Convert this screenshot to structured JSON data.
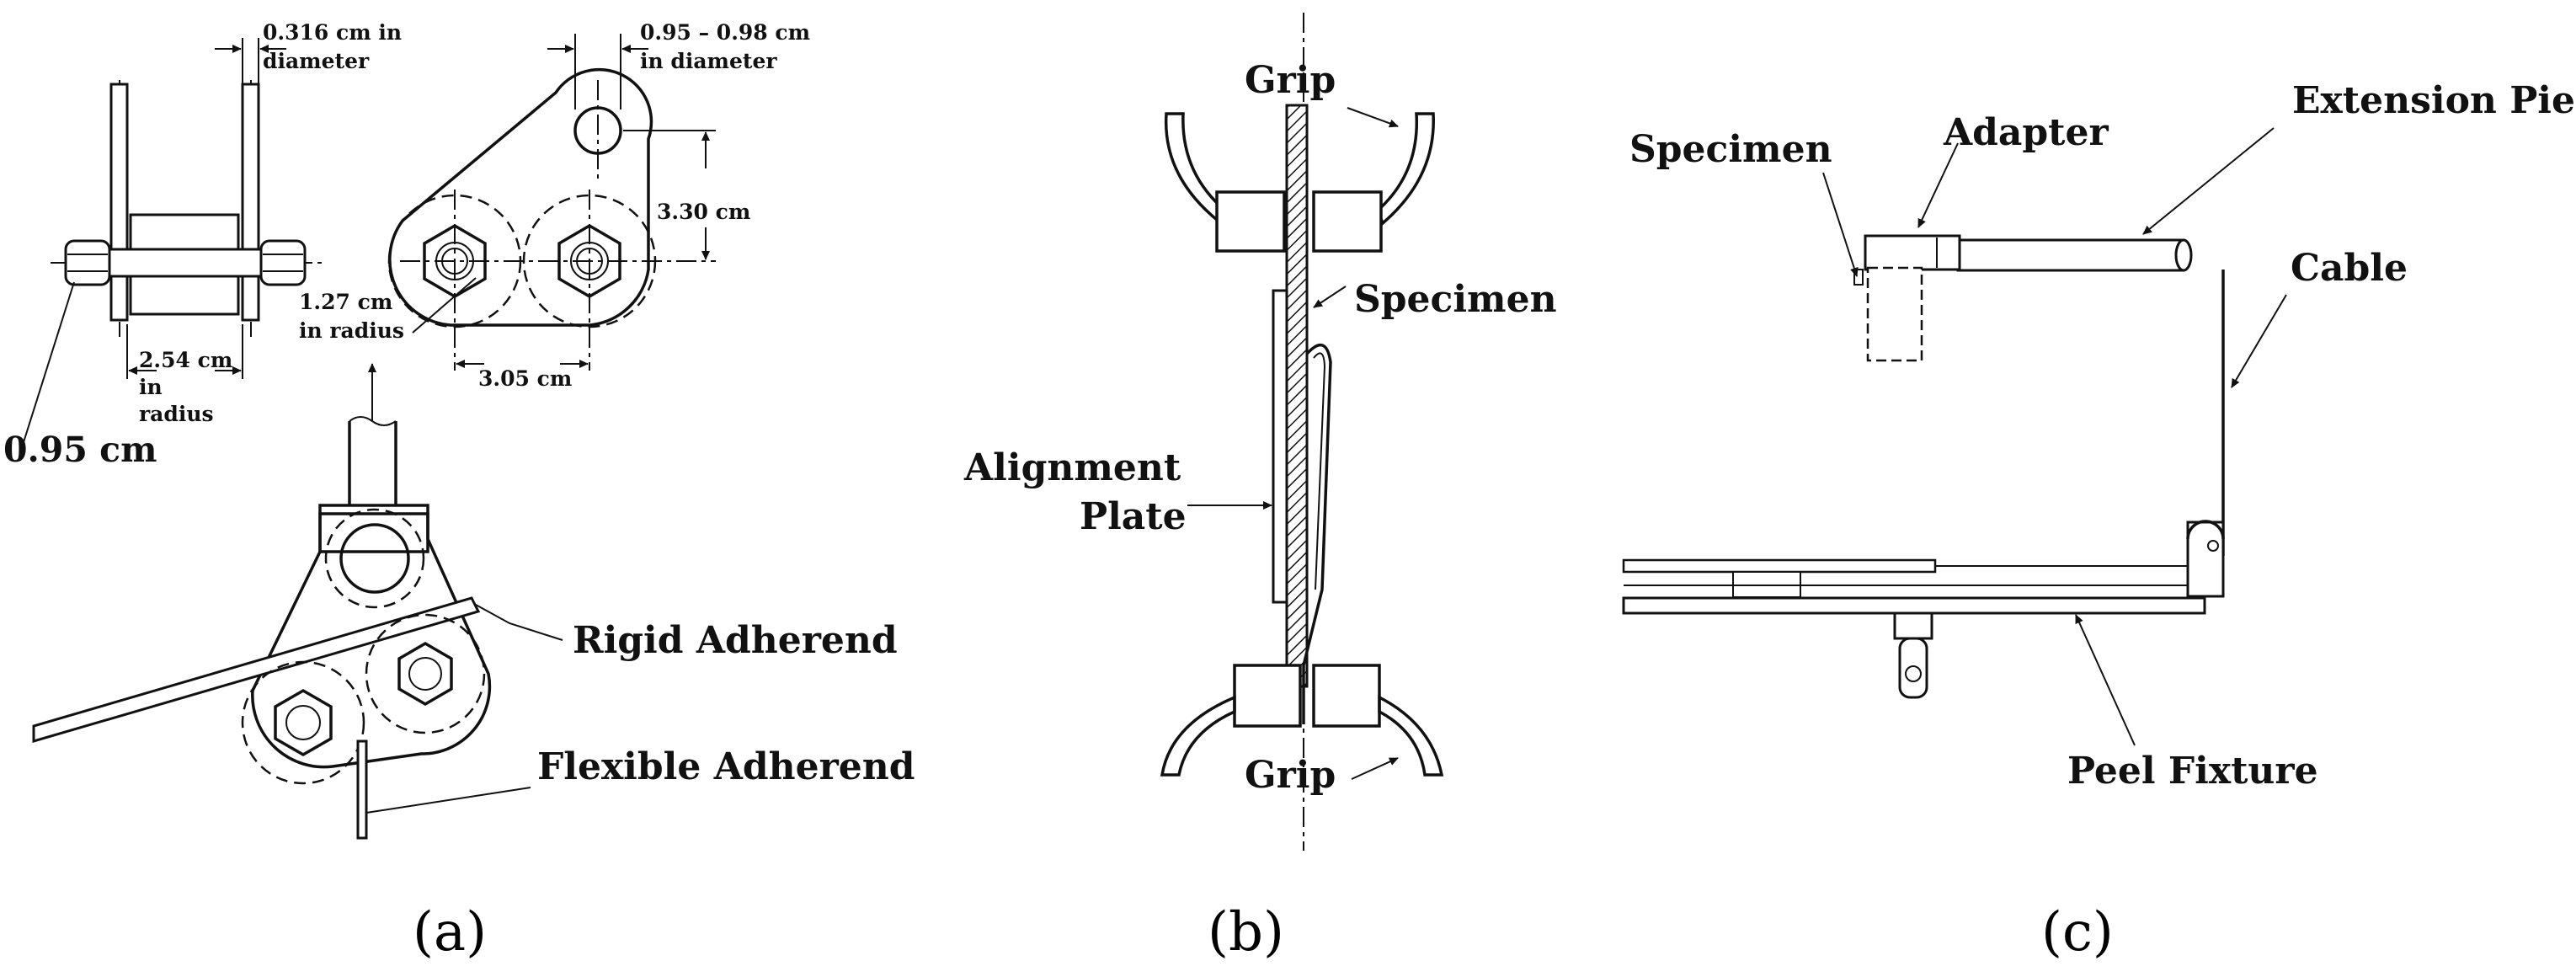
{
  "panel_a": {
    "caption": "(a)",
    "dims": {
      "pin_diameter": [
        "0.316 cm in",
        "diameter"
      ],
      "hole_diameter": [
        "0.95 – 0.98 cm",
        "in diameter"
      ],
      "height": "3.30 cm",
      "radius_127": [
        "1.27 cm",
        "in radius"
      ],
      "radius_254": [
        "2.54 cm",
        "in",
        "radius"
      ],
      "spacing": "3.05 cm",
      "bolt": "0.95 cm"
    },
    "labels": {
      "rigid": "Rigid Adherend",
      "flexible": "Flexible Adherend"
    }
  },
  "panel_b": {
    "caption": "(b)",
    "labels": {
      "grip_top": "Grip",
      "grip_bottom": "Grip",
      "specimen": "Specimen",
      "alignment": [
        "Alignment",
        "Plate"
      ]
    }
  },
  "panel_c": {
    "caption": "(c)",
    "labels": {
      "specimen": "Specimen",
      "adapter": "Adapter",
      "extension": "Extension Piece",
      "cable": "Cable",
      "peel_fixture": "Peel Fixture"
    }
  }
}
